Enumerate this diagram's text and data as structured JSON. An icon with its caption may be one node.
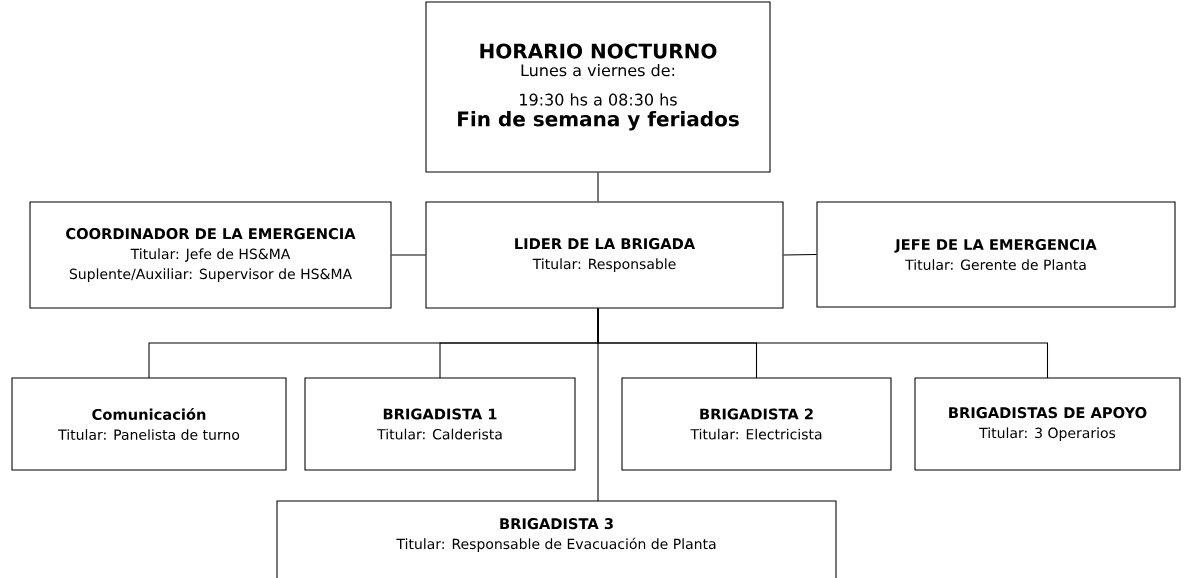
{
  "diagram": {
    "nodes": [
      {
        "text": [
          "HORARIO NOCTURNO",
          "Lunes a viernes de: 19:30 hs a 08:30 hs",
          "Fin de semana y feriados"
        ]
      },
      {
        "text": [
          "COORDINADOR DE LA EMERGENCIA",
          "Titular: Jefe de HS&MA",
          "Suplente/Auxiliar: Supervisor de HS&MA"
        ]
      },
      {
        "text": [
          "LIDER DE LA BRIGADA",
          "Titular: Responsable"
        ]
      },
      {
        "text": [
          "JEFE DE LA EMERGENCIA",
          "Titular: Gerente de Planta"
        ]
      },
      {
        "text": [
          "Comunicación",
          "Titular: Panelista de turno"
        ]
      },
      {
        "text": [
          "BRIGADISTA 1",
          "Titular: Calderista"
        ]
      },
      {
        "text": [
          "BRIGADISTA 2",
          "Titular: Electricista"
        ]
      },
      {
        "text": [
          "BRIGADISTAS DE APOYO",
          "Titular: 3 Operarios"
        ]
      },
      {
        "text": [
          "BRIGADISTA 3",
          "Titular: Responsable de Evacuación de Planta"
        ]
      }
    ],
    "edges": [
      {
        "from": 0,
        "to": 2,
        "arrow": "none"
      },
      {
        "from": 1,
        "to": 2,
        "arrow": "none"
      },
      {
        "from": 2,
        "to": 3,
        "arrow": "none"
      },
      {
        "from": 2,
        "to": 4,
        "arrow": "none"
      },
      {
        "from": 2,
        "to": 5,
        "arrow": "none"
      },
      {
        "from": 2,
        "to": 6,
        "arrow": "none"
      },
      {
        "from": 2,
        "to": 7,
        "arrow": "none"
      },
      {
        "from": 2,
        "to": 8,
        "arrow": "none"
      }
    ]
  }
}
